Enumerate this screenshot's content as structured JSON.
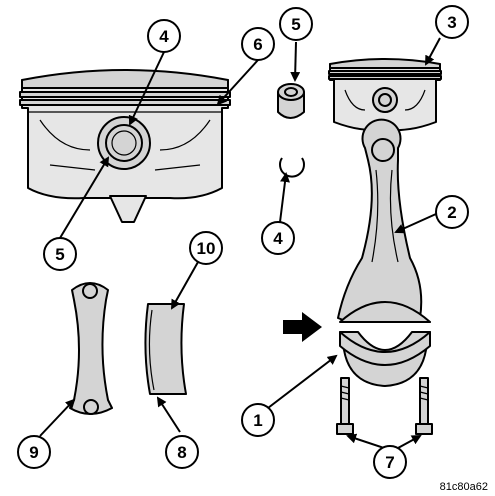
{
  "callouts": [
    "1",
    "2",
    "3",
    "4",
    "5",
    "6",
    "7",
    "8",
    "9",
    "10"
  ],
  "figure_code": "81c80a62",
  "colors": {
    "line": "#000000",
    "fill": "#d4d4d4",
    "background": "#ffffff"
  }
}
